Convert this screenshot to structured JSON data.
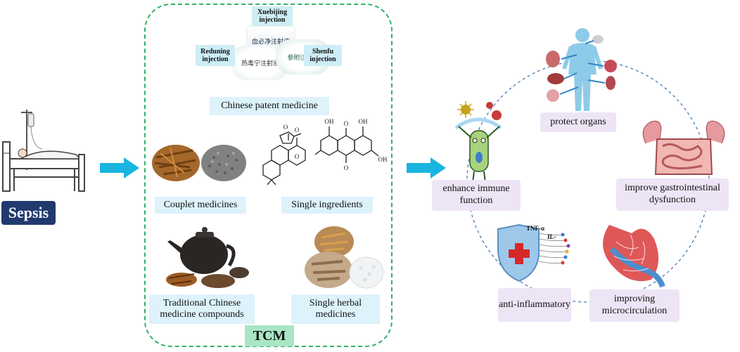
{
  "sepsis_label": "Sepsis",
  "tcm_label": "TCM",
  "patent_medicine": {
    "section_label": "Chinese patent medicine",
    "injections": [
      "Xuebijing injection",
      "Reduning injection",
      "Shenfu injection"
    ],
    "box_text": [
      "血必净注射液",
      "热毒宁注射液",
      "参附注射液"
    ]
  },
  "couplet_label": "Couplet medicines",
  "single_ingredients_label": "Single ingredients",
  "compounds_label": "Traditional Chinese medicine compounds",
  "herbal_label": "Single herbal medicines",
  "effects": {
    "protect_organs": "protect organs",
    "immune": "enhance immune function",
    "gastro": "improve gastrointestinal dysfunction",
    "anti_inflammatory": "anti-inflammatory",
    "microcirculation": "improving microcirculation"
  },
  "cytokine_labels": [
    "TNF-α",
    "IL-"
  ],
  "colors": {
    "arrow": "#19b5e0",
    "tcm_border": "#2fb36a",
    "sepsis_bg": "#213a6e"
  }
}
